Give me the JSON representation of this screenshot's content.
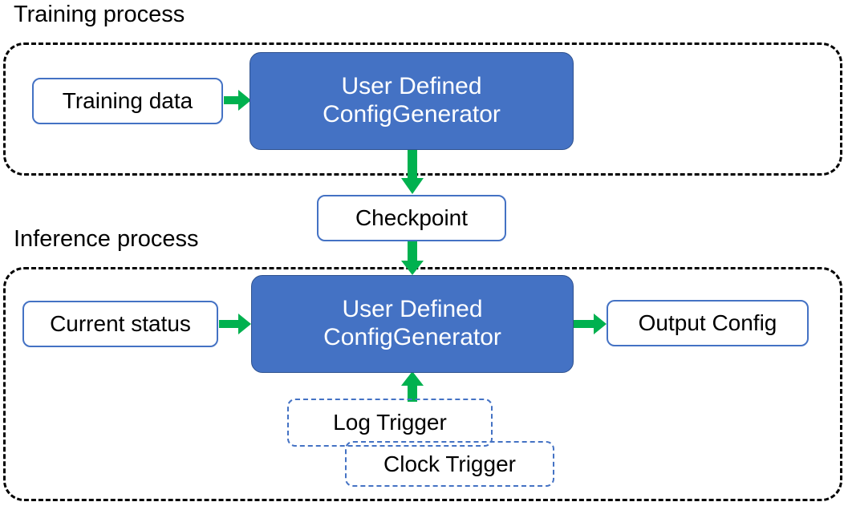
{
  "diagram": {
    "title_training": "Training process",
    "title_inference": "Inference process",
    "colors": {
      "primary_fill": "#4472C4",
      "primary_border": "#2F528F",
      "node_border": "#4472C4",
      "arrow_green": "#00B14F",
      "container_border": "#000000",
      "text_dark": "#000000",
      "text_light": "#FFFFFF"
    }
  },
  "training": {
    "input": {
      "label": "Training data"
    },
    "generator": {
      "line1": "User Defined",
      "line2": "ConfigGenerator"
    },
    "arrow_in": {
      "name": "training-data-to-generator",
      "direction": "right"
    },
    "arrow_out": {
      "name": "generator-to-checkpoint",
      "direction": "down"
    }
  },
  "checkpoint": {
    "label": "Checkpoint",
    "arrow_out": {
      "name": "checkpoint-to-inference-generator",
      "direction": "down"
    }
  },
  "inference": {
    "input": {
      "label": "Current status"
    },
    "generator": {
      "line1": "User Defined",
      "line2": "ConfigGenerator"
    },
    "output": {
      "label": "Output Config"
    },
    "arrow_in": {
      "name": "current-status-to-generator",
      "direction": "right"
    },
    "arrow_out": {
      "name": "generator-to-output-config",
      "direction": "right"
    },
    "arrow_trigger": {
      "name": "trigger-to-generator",
      "direction": "up"
    },
    "triggers": [
      {
        "label": "Log Trigger"
      },
      {
        "label": "Clock Trigger"
      }
    ]
  }
}
